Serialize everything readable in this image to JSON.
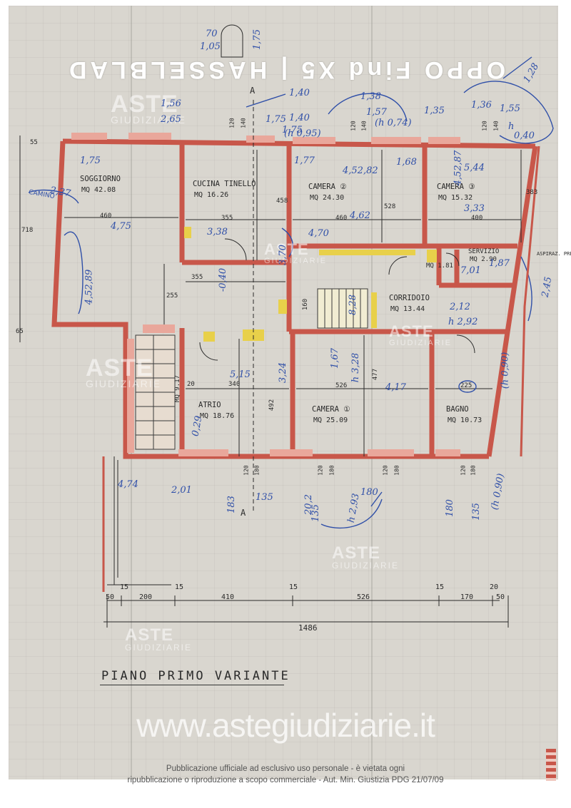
{
  "camera_stamp": "OPPO Find X5 | HASSELBLAD",
  "plan_title": "PIANO PRIMO VARIANTE",
  "section_marks": [
    "A",
    "A"
  ],
  "rooms": [
    {
      "name": "SOGGIORNO",
      "area": "MQ 42.08"
    },
    {
      "name": "CUCINA TINELLO",
      "area": "MQ 16.26"
    },
    {
      "name": "CAMERA ②",
      "area": "MQ 24.30"
    },
    {
      "name": "CAMERA ③",
      "area": "MQ 15.32"
    },
    {
      "name": "SERVIZIO",
      "area": "MQ 2.90"
    },
    {
      "name": "CORRIDOIO",
      "area": "MQ 13.44"
    },
    {
      "name": "ATRIO",
      "area": "MQ 18.76"
    },
    {
      "name": "CAMERA ①",
      "area": "MQ 25.09"
    },
    {
      "name": "BAGNO",
      "area": "MQ 10.73"
    }
  ],
  "extra_labels": [
    "MQ 1.81",
    "MQ 9.17",
    "ASPIRAZ. PRESA",
    "CAMINO"
  ],
  "dimensions": {
    "bottom_segments": [
      "50",
      "15",
      "200",
      "15",
      "410",
      "15",
      "526",
      "15",
      "170",
      "20",
      "50"
    ],
    "overall": "1486",
    "left": [
      "55",
      "718",
      "65"
    ],
    "interior": [
      "460",
      "355",
      "460",
      "400",
      "355",
      "255",
      "458",
      "528",
      "383",
      "160",
      "340",
      "492",
      "526",
      "477",
      "225",
      "20"
    ],
    "windows": [
      "120",
      "140",
      "120",
      "140",
      "120",
      "140",
      "120",
      "180",
      "120",
      "180",
      "120",
      "180",
      "120",
      "180"
    ]
  },
  "handwritten_notes": [
    "70",
    "1,05",
    "1,75",
    "1,40",
    "1,56",
    "2,65",
    "1,75",
    "1,40",
    "1,75",
    "(h 0,95)",
    "1,38",
    "1,57",
    "(h 0,74)",
    "1,35",
    "1,36",
    "1,55",
    "h",
    "0,40",
    "1,28",
    "1,75",
    "1,77",
    "4,52,82",
    "1,68",
    "5,44",
    "4,52,87",
    "3,33",
    "3,38",
    "3,70",
    "4,75",
    "4,70",
    "4,62",
    "-0,40",
    "4,52,89",
    "7,01",
    "1,87",
    "2,45",
    "2,12",
    "h 2,92",
    "8,28",
    "1,67",
    "h 3,28",
    "4,17",
    "5,15",
    "3,24",
    "0,29",
    "2,01",
    "4,74",
    "20,2",
    "135",
    "183",
    "135",
    "180",
    "135",
    "180",
    "h 2,93",
    "(h 0,90)",
    "(h 0,90)",
    "2,27",
    "CAMINO"
  ],
  "watermark": {
    "main": "ASTE",
    "sub": "GIUDIZIARIE"
  },
  "website": "www.astegiudiziarie.it",
  "notice_lines": [
    "Pubblicazione ufficiale ad esclusivo uso personale - è vietata ogni",
    "ripubblicazione o riproduzione a scopo commerciale - Aut. Min. Giustizia PDG 21/07/09"
  ],
  "colors": {
    "paper": "#d9d6cf",
    "wall_red": "#c8574a",
    "wall_pink": "#e9a79b",
    "ink_blue": "#2f4fa8",
    "yellow": "#e8d04a",
    "line": "#2a2a2a"
  }
}
